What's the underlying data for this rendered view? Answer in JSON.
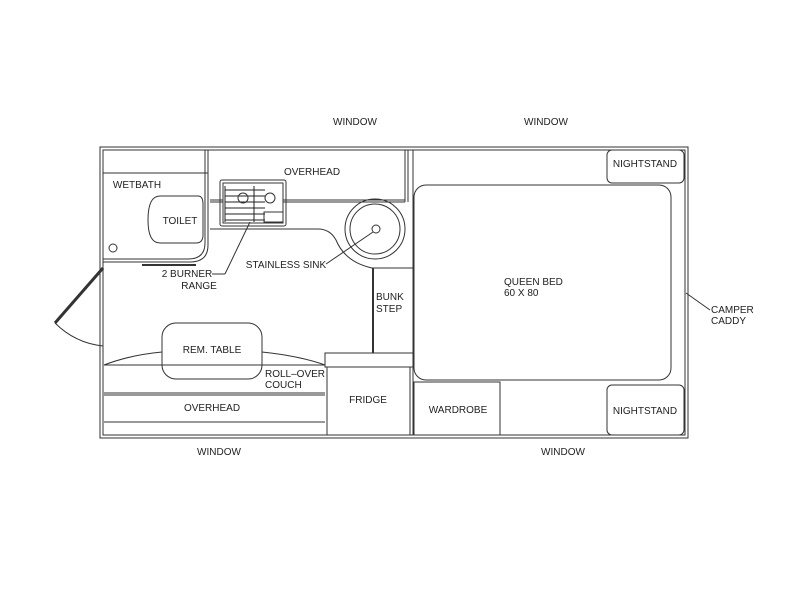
{
  "windows": [
    "WINDOW",
    "WINDOW",
    "WINDOW",
    "WINDOW"
  ],
  "rooms": {
    "wetbath": "WETBATH",
    "toilet": "TOILET",
    "overhead_top": "OVERHEAD",
    "range_1": "2 BURNER",
    "range_2": "RANGE",
    "sink": "STAINLESS SINK",
    "bunk_1": "BUNK",
    "bunk_2": "STEP",
    "table": "REM. TABLE",
    "couch_1": "ROLL–OVER",
    "couch_2": "COUCH",
    "overhead_bottom": "OVERHEAD",
    "fridge": "FRIDGE",
    "wardrobe": "WARDROBE",
    "bed_1": "QUEEN BED",
    "bed_2": "60 X 80",
    "nightstand_top": "NIGHTSTAND",
    "nightstand_bottom": "NIGHTSTAND",
    "caddy_1": "CAMPER",
    "caddy_2": "CADDY"
  }
}
